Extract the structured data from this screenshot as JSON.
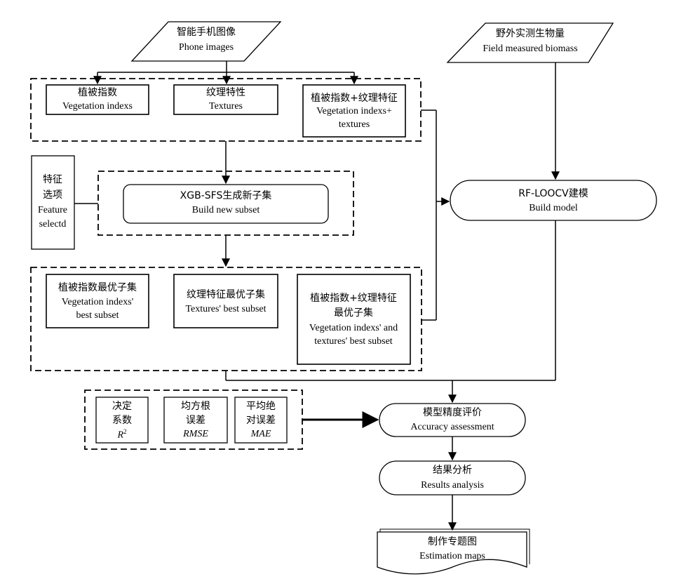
{
  "phone_images": {
    "zh": "智能手机图像",
    "en": "Phone images"
  },
  "field_biomass": {
    "zh": "野外实测生物量",
    "en": "Field measured biomass"
  },
  "features": [
    {
      "zh": "植被指数",
      "en": "Vegetation indexs"
    },
    {
      "zh": "纹理特性",
      "en": "Textures"
    },
    {
      "zh": "植被指数+纹理特征",
      "en1": "Vegetation indexs+",
      "en2": "textures"
    }
  ],
  "feature_selected": {
    "zh1": "特征",
    "zh2": "选项",
    "en1": "Feature",
    "en2": "selectd"
  },
  "xgb": {
    "zh": "XGB-SFS生成新子集",
    "en": "Build new subset"
  },
  "best_subsets": [
    {
      "zh": "植被指数最优子集",
      "en1": "Vegetation indexs'",
      "en2": "best subset"
    },
    {
      "zh": "纹理特征最优子集",
      "en1": "Textures' best subset"
    },
    {
      "zh1": "植被指数+纹理特征",
      "zh2": "最优子集",
      "en1": "Vegetation indexs' and",
      "en2": "textures' best subset"
    }
  ],
  "rf_model": {
    "zh": "RF-LOOCV建模",
    "en": "Build model"
  },
  "metrics": [
    {
      "zh1": "决定",
      "zh2": "系数",
      "en": "R",
      "sup": "2"
    },
    {
      "zh1": "均方根",
      "zh2": "误差",
      "en": "RMSE"
    },
    {
      "zh1": "平均绝",
      "zh2": "对误差",
      "en": "MAE"
    }
  ],
  "accuracy": {
    "zh": "模型精度评价",
    "en": "Accuracy assessment"
  },
  "results": {
    "zh": "结果分析",
    "en": "Results analysis"
  },
  "maps": {
    "zh": "制作专题图",
    "en": "Estimation maps"
  }
}
